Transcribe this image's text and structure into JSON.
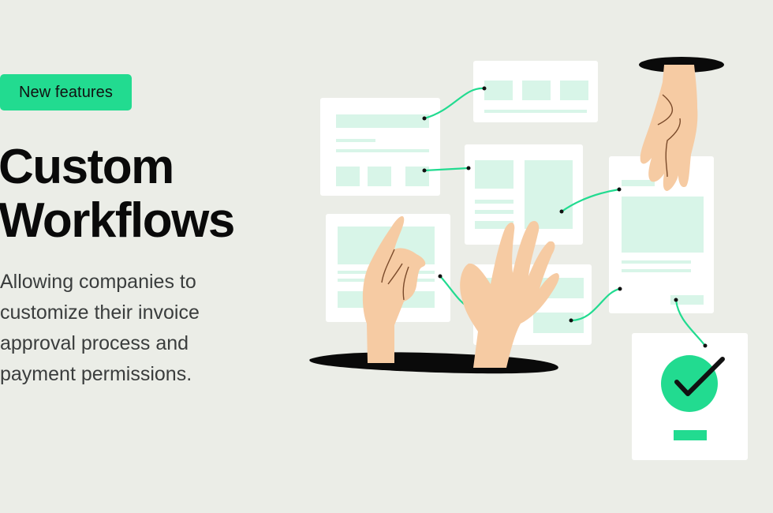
{
  "badge": {
    "label": "New features"
  },
  "title": {
    "line1": "Custom",
    "line2": "Workflows"
  },
  "description": {
    "lines": [
      "Allowing companies to",
      "customize their invoice",
      "approval process and",
      "payment permissions."
    ]
  },
  "colors": {
    "background": "#ebede7",
    "accent": "#22db90",
    "card_fill": "#d8f5e8",
    "skin": "#f6cba3",
    "hole": "#0a0a0a"
  },
  "illustration": {
    "icons": [
      "pointing-hand-icon",
      "open-hand-icon",
      "reaching-hand-icon",
      "checkmark-icon"
    ]
  }
}
